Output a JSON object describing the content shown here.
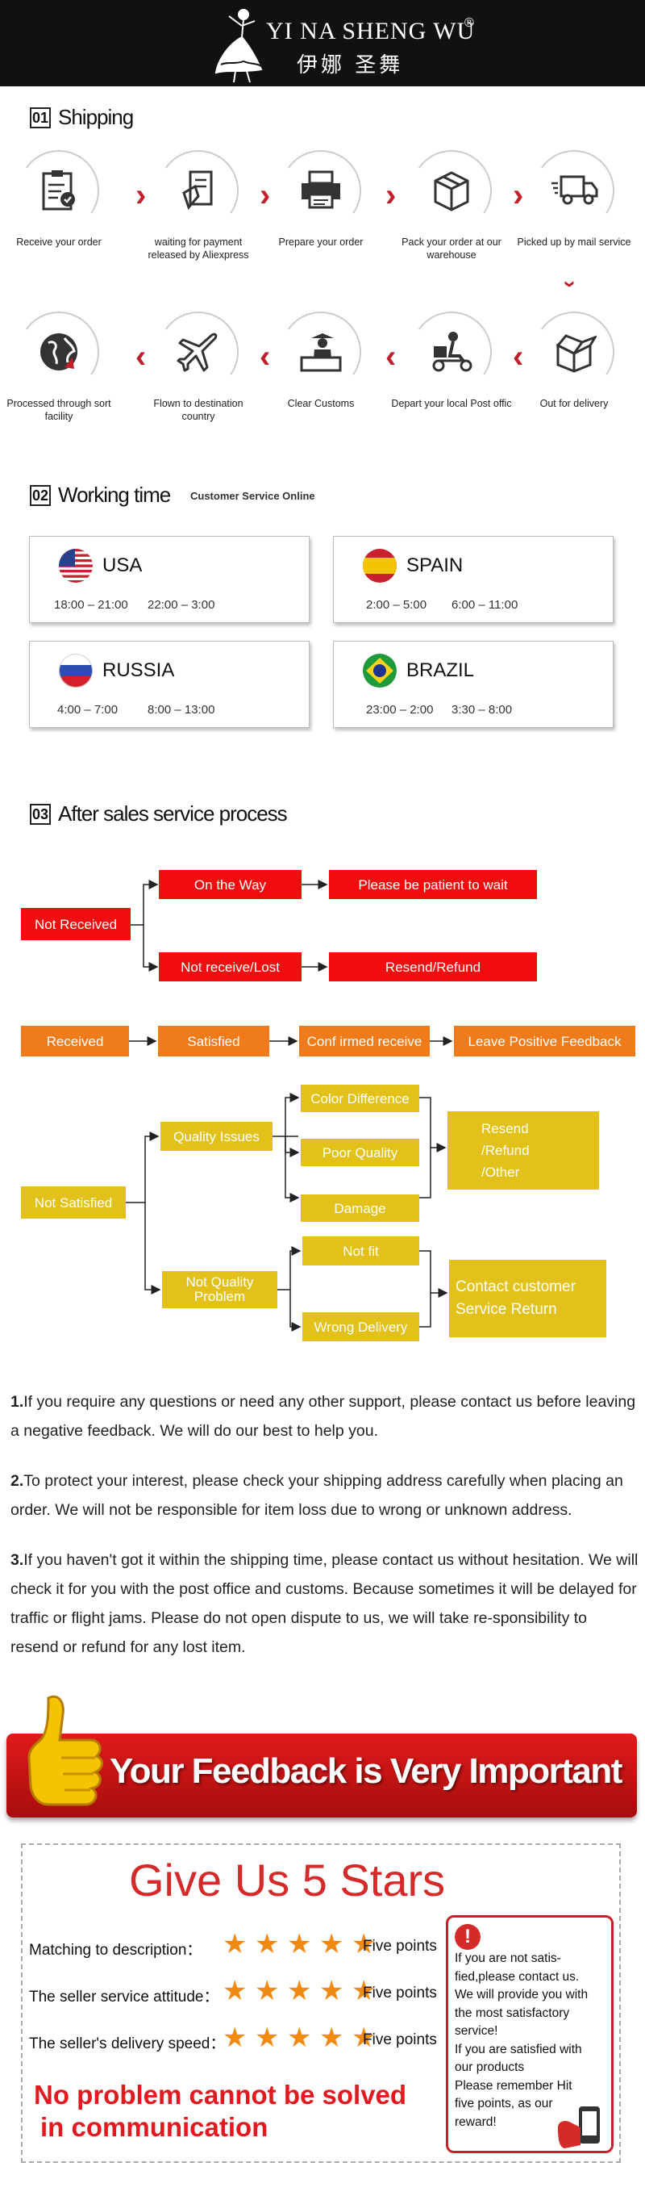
{
  "header": {
    "brand_en": "YI NA SHENG WU",
    "brand_reg": "®",
    "brand_cn": "伊娜 圣舞"
  },
  "shipping": {
    "num": "01",
    "title": "Shipping",
    "steps_row1": [
      {
        "label": "Receive your order",
        "icon": "clipboard-check-icon"
      },
      {
        "label": "waiting for payment released by Aliexpress",
        "icon": "payment-card-icon"
      },
      {
        "label": "Prepare your order",
        "icon": "printer-icon"
      },
      {
        "label": "Pack your order at our warehouse",
        "icon": "package-box-icon"
      },
      {
        "label": "Picked up by mail service",
        "icon": "delivery-truck-icon"
      }
    ],
    "steps_row2": [
      {
        "label": "Out for delivery",
        "icon": "open-box-icon"
      },
      {
        "label": "Depart your local Post offic",
        "icon": "courier-scooter-icon"
      },
      {
        "label": "Clear Customs",
        "icon": "customs-officer-icon"
      },
      {
        "label": "Flown to destination country",
        "icon": "airplane-icon"
      },
      {
        "label": "Processed through sort facility",
        "icon": "globe-icon"
      }
    ]
  },
  "working_time": {
    "num": "02",
    "title": "Working time",
    "subtitle": "Customer Service Online",
    "regions": [
      {
        "country": "USA",
        "h1": "18:00 – 21:00",
        "h2": "22:00 – 3:00"
      },
      {
        "country": "SPAIN",
        "h1": "2:00 – 5:00",
        "h2": "6:00 – 11:00"
      },
      {
        "country": "RUSSIA",
        "h1": "4:00 – 7:00",
        "h2": "8:00 – 13:00"
      },
      {
        "country": "BRAZIL",
        "h1": "23:00 – 2:00",
        "h2": "3:30 – 8:00"
      }
    ]
  },
  "after_sales": {
    "num": "03",
    "title": "After sales service process",
    "not_received": "Not Received",
    "on_the_way": "On the Way",
    "be_patient": "Please be patient to wait",
    "not_receive_lost": "Not receive/Lost",
    "resend_refund": "Resend/Refund",
    "received": "Received",
    "satisfied": "Satisfied",
    "confirmed_receive": "Conf irmed receive",
    "leave_feedback": "Leave Positive Feedback",
    "not_satisfied": "Not Satisfied",
    "quality_issues": "Quality Issues",
    "color_difference": "Color Difference",
    "poor_quality": "Poor Quality",
    "damage": "Damage",
    "resend_options": [
      "Resend",
      "/Refund",
      "/Other"
    ],
    "not_quality_problem": [
      "Not Quality",
      "Problem"
    ],
    "not_fit": "Not fit",
    "wrong_delivery": "Wrong Delivery",
    "contact_return": [
      "Contact customer",
      "Service Return"
    ],
    "colors": {
      "red": "#f10d0d",
      "orange": "#f07b1a",
      "yellow": "#e2c21a"
    }
  },
  "notes": [
    {
      "num": "1.",
      "text": "If you require any questions or need any other support, please contact us before leaving a negative feedback. We will do our best to help you."
    },
    {
      "num": "2.",
      "text": "To protect your interest, please check your shipping address carefully when placing an order. We will not be responsible for item loss due to wrong or unknown address."
    },
    {
      "num": "3.",
      "text": "If you haven't got it within the shipping time, please contact us without hesitation. We will check it for you with the post office and customs. Because sometimes it will be delayed for traffic or flight jams. Please do not open dispute to us, we will take re-sponsibility to resend or refund for any lost item."
    }
  ],
  "feedback_banner": {
    "text": "Your Feedback is Very Important",
    "icon": "thumbs-up-icon"
  },
  "stars_section": {
    "title": "Give Us 5 Stars",
    "rows": [
      {
        "label": "Matching to description：",
        "stars": 5,
        "points": "Five points"
      },
      {
        "label": "The seller service attitude：",
        "stars": 5,
        "points": "Five points"
      },
      {
        "label": "The seller's delivery speed：",
        "stars": 5,
        "points": "Five points"
      }
    ],
    "slogan_line1": "No problem cannot be solved",
    "slogan_line2": "in communication",
    "note_icon": "exclamation-icon",
    "note_text": [
      "If you are not satis-",
      "fied,please contact us.",
      "We will provide you with",
      "the most satisfactory",
      "service!",
      "If you are satisfied with",
      "our products",
      "Please remember Hit",
      "five points, as our",
      "reward!"
    ]
  }
}
